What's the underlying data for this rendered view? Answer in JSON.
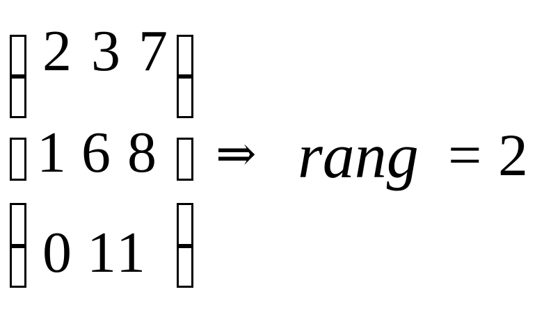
{
  "matrix": {
    "rows": [
      [
        "2",
        "3",
        "7"
      ],
      [
        "1",
        "6",
        "8"
      ],
      [
        "0",
        "1",
        "1"
      ]
    ]
  },
  "expression": {
    "implies": "⇒",
    "rang_label": "rang",
    "equals": "=",
    "rank_value": "2"
  }
}
